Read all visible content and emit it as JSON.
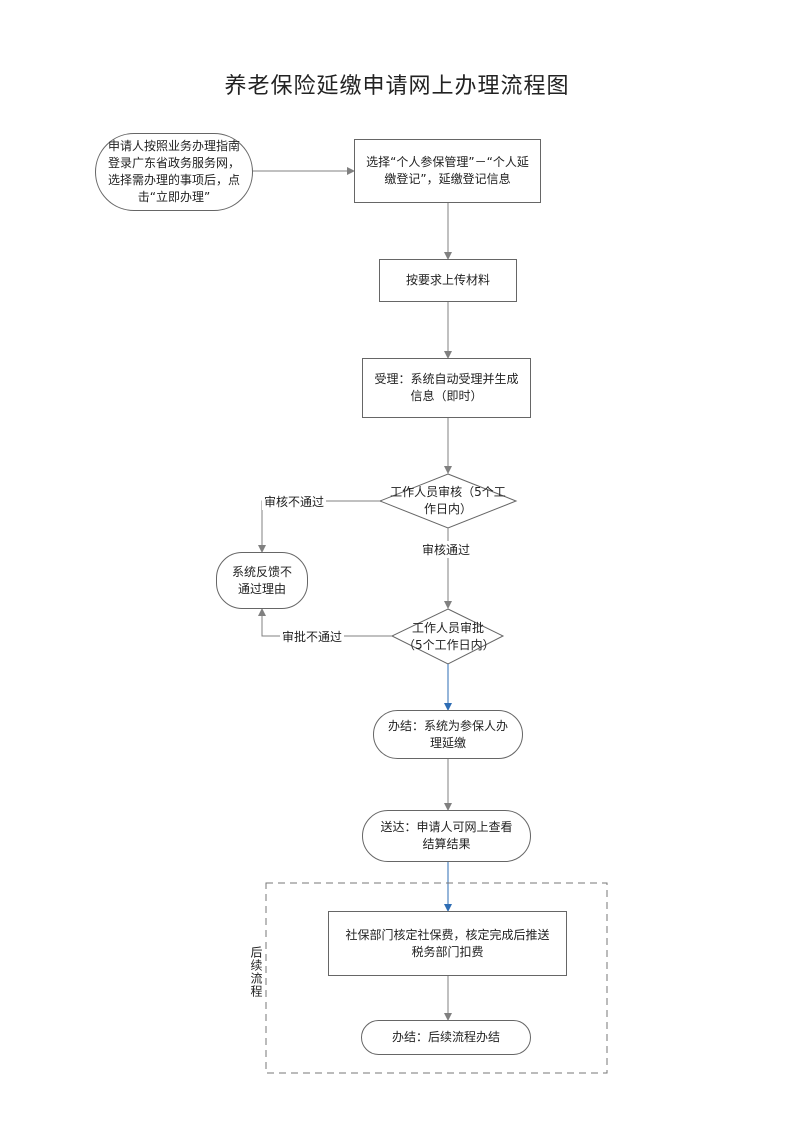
{
  "title": "养老保险延缴申请网上办理流程图",
  "nodes": {
    "start": "申请人按照业务办理指南登录广东省政务服务网，选择需办理的事项后，点击“立即办理”",
    "select": "选择“个人参保管理”－“个人延缴登记”，延缴登记信息",
    "upload": "按要求上传材料",
    "accept": "受理：系统自动受理并生成信息（即时）",
    "review": "工作人员审核（5个工作日内）",
    "feedback": "系统反馈不通过理由",
    "approve": "工作人员审批（5个工作日内）",
    "finish": "办结：系统为参保人办理延缴",
    "deliver": "送达：申请人可网上查看结算结果",
    "deduct": "社保部门核定社保费，核定完成后推送税务部门扣费",
    "followup_finish": "办结：后续流程办结"
  },
  "labels": {
    "review_fail": "审核不通过",
    "review_pass": "审核通过",
    "approve_fail": "审批不通过",
    "followup_group": "后续流程"
  },
  "colors": {
    "line": "#808080",
    "blue_arrow": "#2e6db4",
    "border": "#666666"
  }
}
